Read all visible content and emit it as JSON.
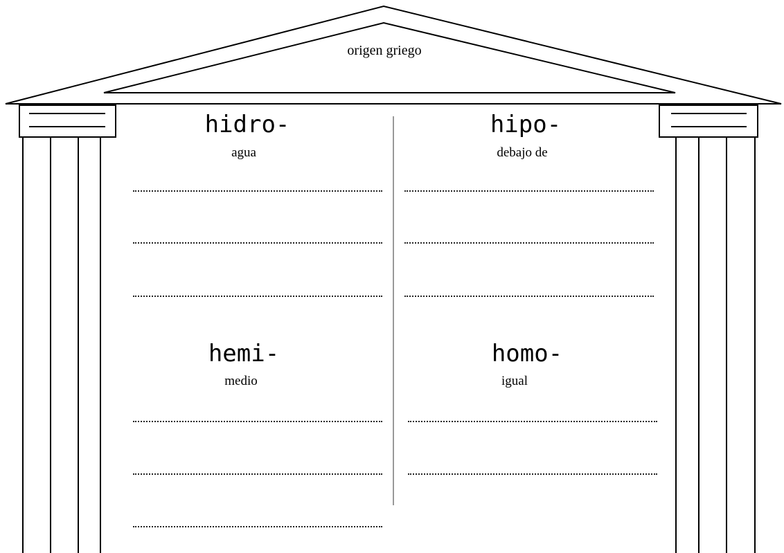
{
  "pediment": {
    "label": "origen griego"
  },
  "cells": [
    {
      "prefix": "hidro-",
      "meaning": "agua"
    },
    {
      "prefix": "hipo-",
      "meaning": "debajo de"
    },
    {
      "prefix": "hemi-",
      "meaning": "medio"
    },
    {
      "prefix": "homo-",
      "meaning": "igual"
    }
  ],
  "colors": {
    "line": "#000000",
    "divider": "#999999",
    "background": "#ffffff"
  }
}
